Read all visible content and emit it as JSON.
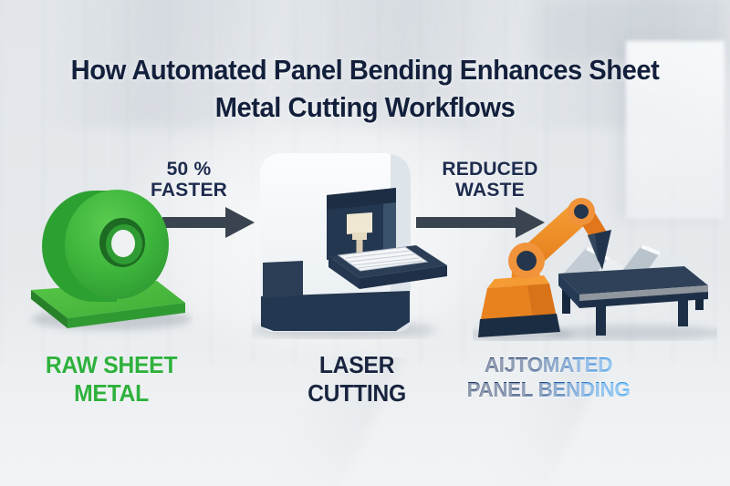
{
  "title": {
    "line1": "How Automated Panel Bending Enhances Sheet",
    "line2": "Metal Cutting Workflows"
  },
  "arrows": [
    {
      "name": "faster",
      "label_line1": "50 %",
      "label_line2": "FASTER"
    },
    {
      "name": "reduced-waste",
      "label_line1": "REDUCED",
      "label_line2": "WASTE"
    }
  ],
  "steps": [
    {
      "id": "raw-sheet-metal",
      "icon": "sheet-metal-coil-icon",
      "label_line1": "RAW SHEET",
      "label_line2": "METAL",
      "label_color": "#2fb13d"
    },
    {
      "id": "laser-cutting",
      "icon": "laser-cutting-machine-icon",
      "label_line1": "LASER",
      "label_line2": "CUTTING",
      "label_color": "#19253f"
    },
    {
      "id": "automated-panel-bending",
      "icon": "panel-bending-robot-icon",
      "label_line1": "AIJTOMATED",
      "label_line2": "PANEL BENDING",
      "label_color_gradient": [
        "#1b3058",
        "#2d9ff1"
      ]
    }
  ],
  "colors": {
    "background": "#e5e8ec",
    "title_text": "#13203c",
    "arrow": "#3a4450",
    "accent_green": "#3db83e",
    "accent_navy": "#263a52",
    "accent_orange": "#ef8a20",
    "accent_blue": "#2d9ff1"
  }
}
